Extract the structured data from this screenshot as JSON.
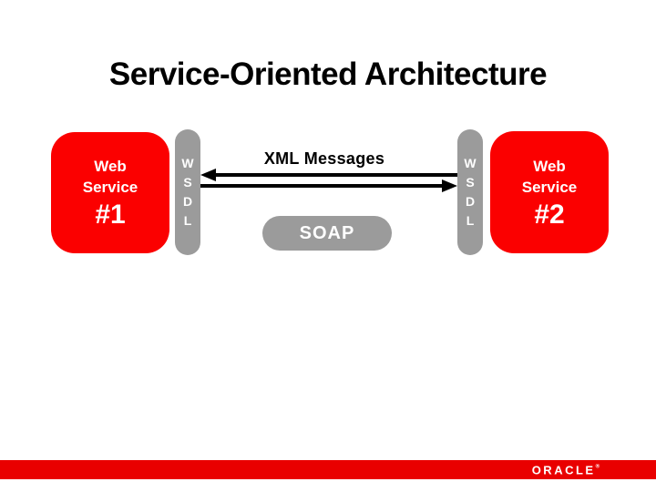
{
  "slide": {
    "title": "Service-Oriented Architecture"
  },
  "diagram": {
    "service1": {
      "line1": "Web",
      "line2": "Service",
      "number": "#1"
    },
    "service2": {
      "line1": "Web",
      "line2": "Service",
      "number": "#2"
    },
    "wsdl_left": {
      "letters": [
        "W",
        "S",
        "D",
        "L"
      ]
    },
    "wsdl_right": {
      "letters": [
        "W",
        "S",
        "D",
        "L"
      ]
    },
    "messages_label": "XML Messages",
    "soap_label": "SOAP"
  },
  "footer": {
    "logo": "ORACLE",
    "logo_mark": "®"
  },
  "colors": {
    "service_box_red": "#fb0000",
    "footer_bar_red": "#e90000",
    "pill_gray": "#9b9b9b",
    "arrow_black": "#000000",
    "title_black": "#000000",
    "text_white": "#ffffff"
  }
}
